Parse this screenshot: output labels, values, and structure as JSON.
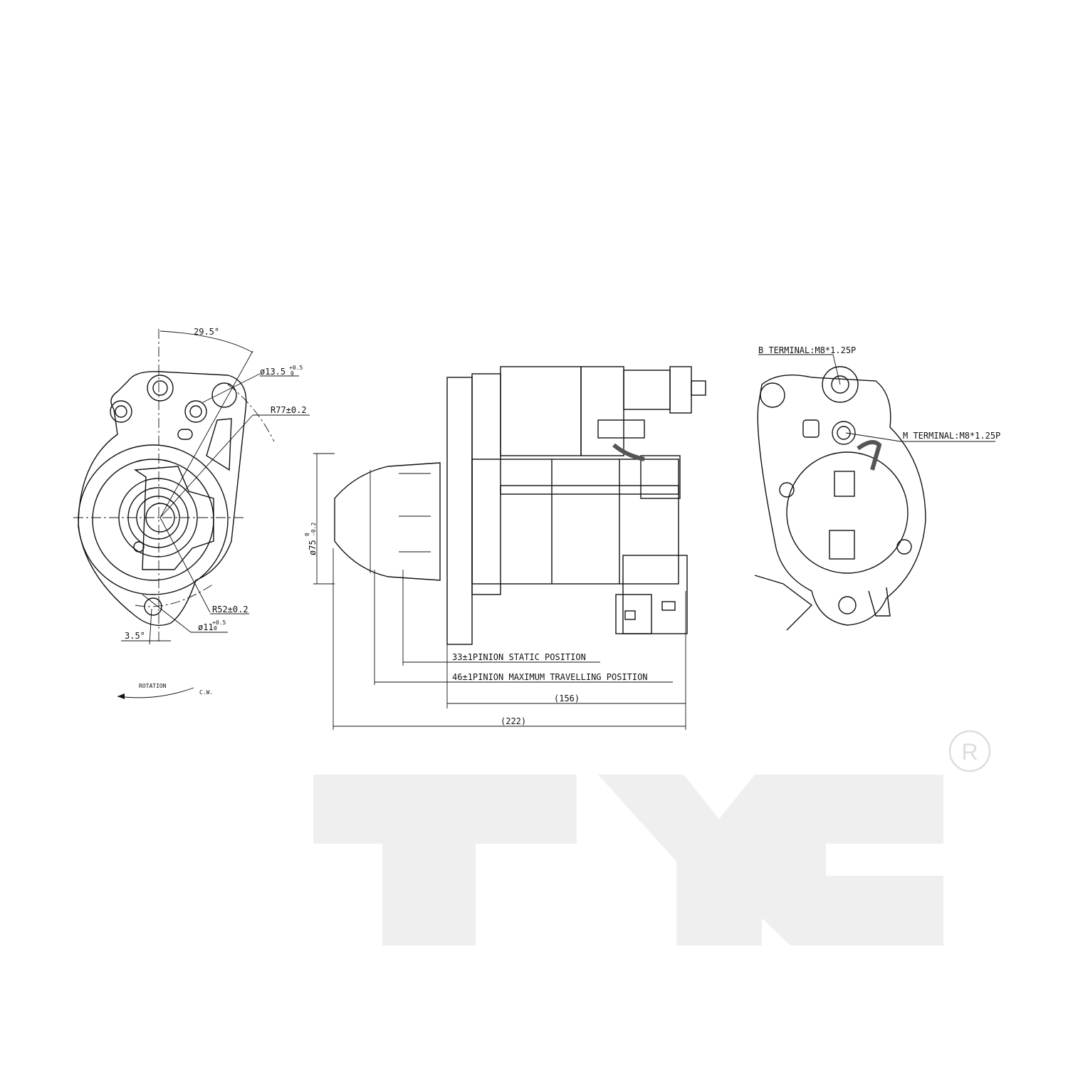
{
  "left_view": {
    "angle_top": "29.5°",
    "hole_dia": "ø13.5",
    "hole_dia_tol_upper": "+0.5",
    "hole_dia_tol_lower": "0",
    "radius_outer": "R77±0.2",
    "radius_inner": "R52±0.2",
    "angle_bottom": "3.5°",
    "small_hole_dia": "ø11",
    "small_hole_tol_upper": "+0.5",
    "small_hole_tol_lower": "0",
    "rotation_label": "ROTATION",
    "rotation_dir": "C.W."
  },
  "side_view": {
    "pilot_dia": "ø75",
    "pilot_tol_upper": "0",
    "pilot_tol_lower": "-0.2",
    "dim_static": "33±1PINION STATIC POSITION",
    "dim_travel": "46±1PINION MAXIMUM TRAVELLING POSITION",
    "dim_156": "(156)",
    "dim_222": "(222)"
  },
  "right_view": {
    "b_terminal": "B TERMINAL:M8*1.25P",
    "m_terminal": "M TERMINAL:M8*1.25P"
  },
  "logo": {
    "text": "TYC",
    "registered": "R",
    "color": "#efefef"
  }
}
